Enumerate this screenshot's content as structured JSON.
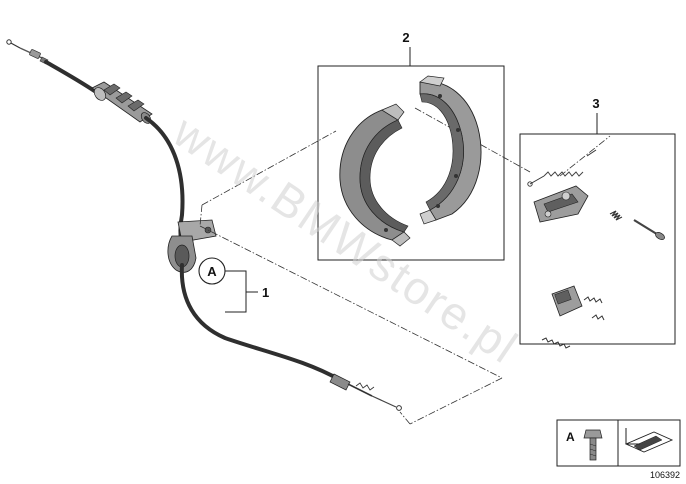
{
  "callouts": {
    "item1": "1",
    "item2": "2",
    "item3": "3",
    "marker_a": "A"
  },
  "legend": {
    "letter": "A",
    "icons": [
      "bolt-icon",
      "arrow-tool-icon"
    ]
  },
  "watermark": "www.BMWstore.pl",
  "ref_number": "106392",
  "colors": {
    "line": "#222222",
    "part_gray": "#8c8c8c",
    "part_dark": "#4a4a4a",
    "part_light": "#cfcfcf"
  }
}
